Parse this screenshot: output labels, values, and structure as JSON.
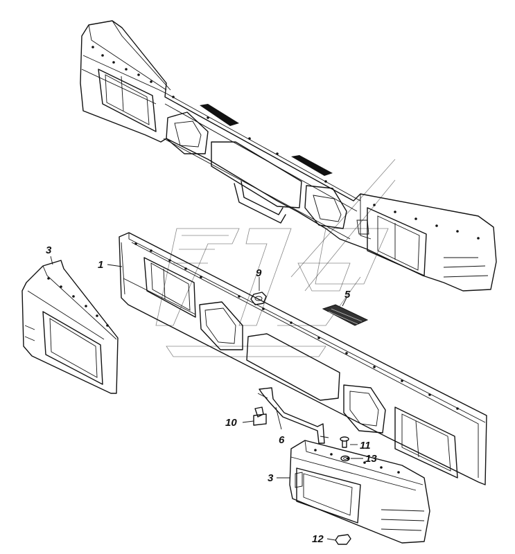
{
  "callouts": [
    {
      "id": "c1",
      "label": "1"
    },
    {
      "id": "c3a",
      "label": "3"
    },
    {
      "id": "c3b",
      "label": "3"
    },
    {
      "id": "c5",
      "label": "5"
    },
    {
      "id": "c6",
      "label": "6"
    },
    {
      "id": "c9",
      "label": "9"
    },
    {
      "id": "c10",
      "label": "10"
    },
    {
      "id": "c11",
      "label": "11"
    },
    {
      "id": "c12",
      "label": "12"
    },
    {
      "id": "c13",
      "label": "13"
    }
  ],
  "colors": {
    "line": "#111111",
    "background": "#ffffff"
  }
}
